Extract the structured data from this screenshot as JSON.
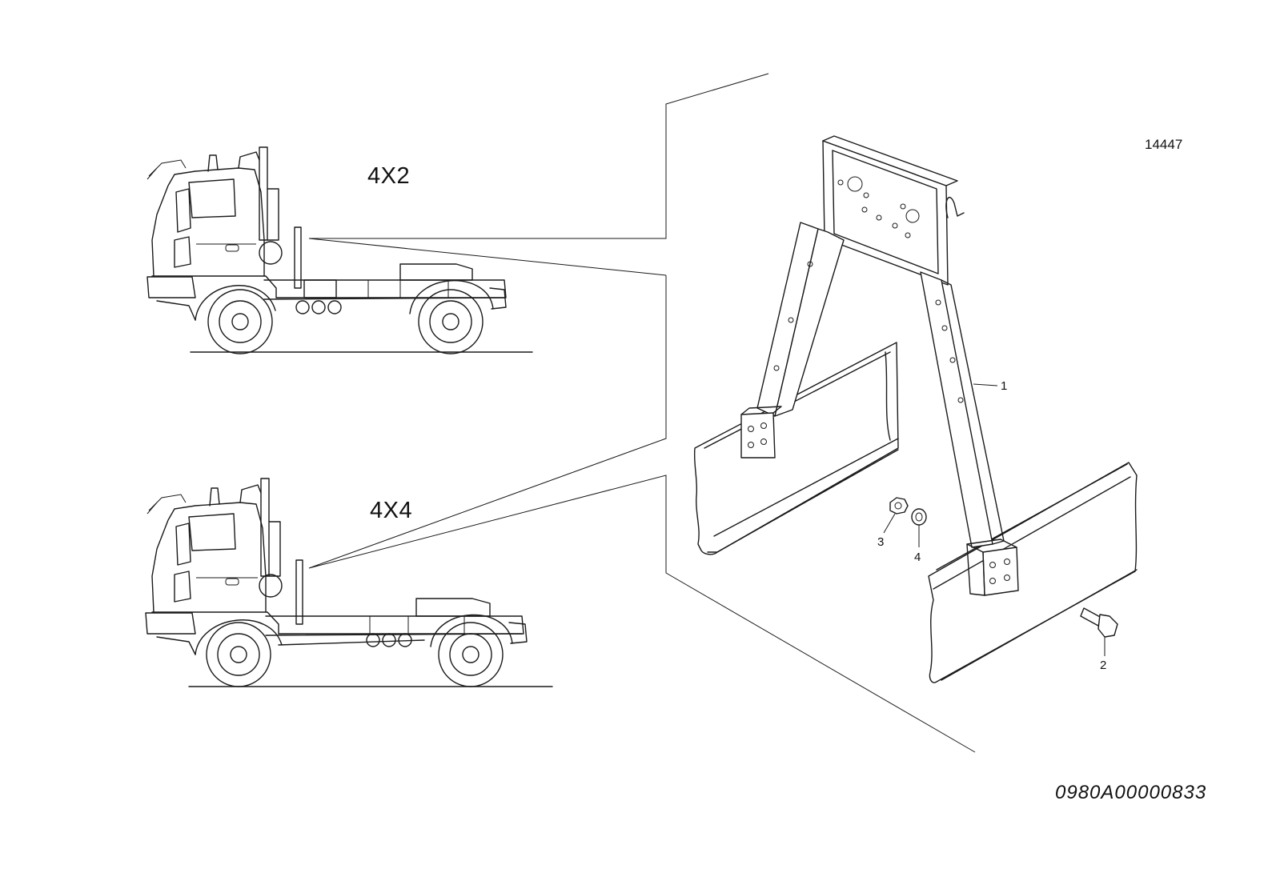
{
  "figure_number": "14447",
  "document_code": "0980A00000833",
  "variants": [
    {
      "label": "4X2"
    },
    {
      "label": "4X4"
    }
  ],
  "callouts": [
    {
      "number": "1"
    },
    {
      "number": "2"
    },
    {
      "number": "3"
    },
    {
      "number": "4"
    }
  ]
}
